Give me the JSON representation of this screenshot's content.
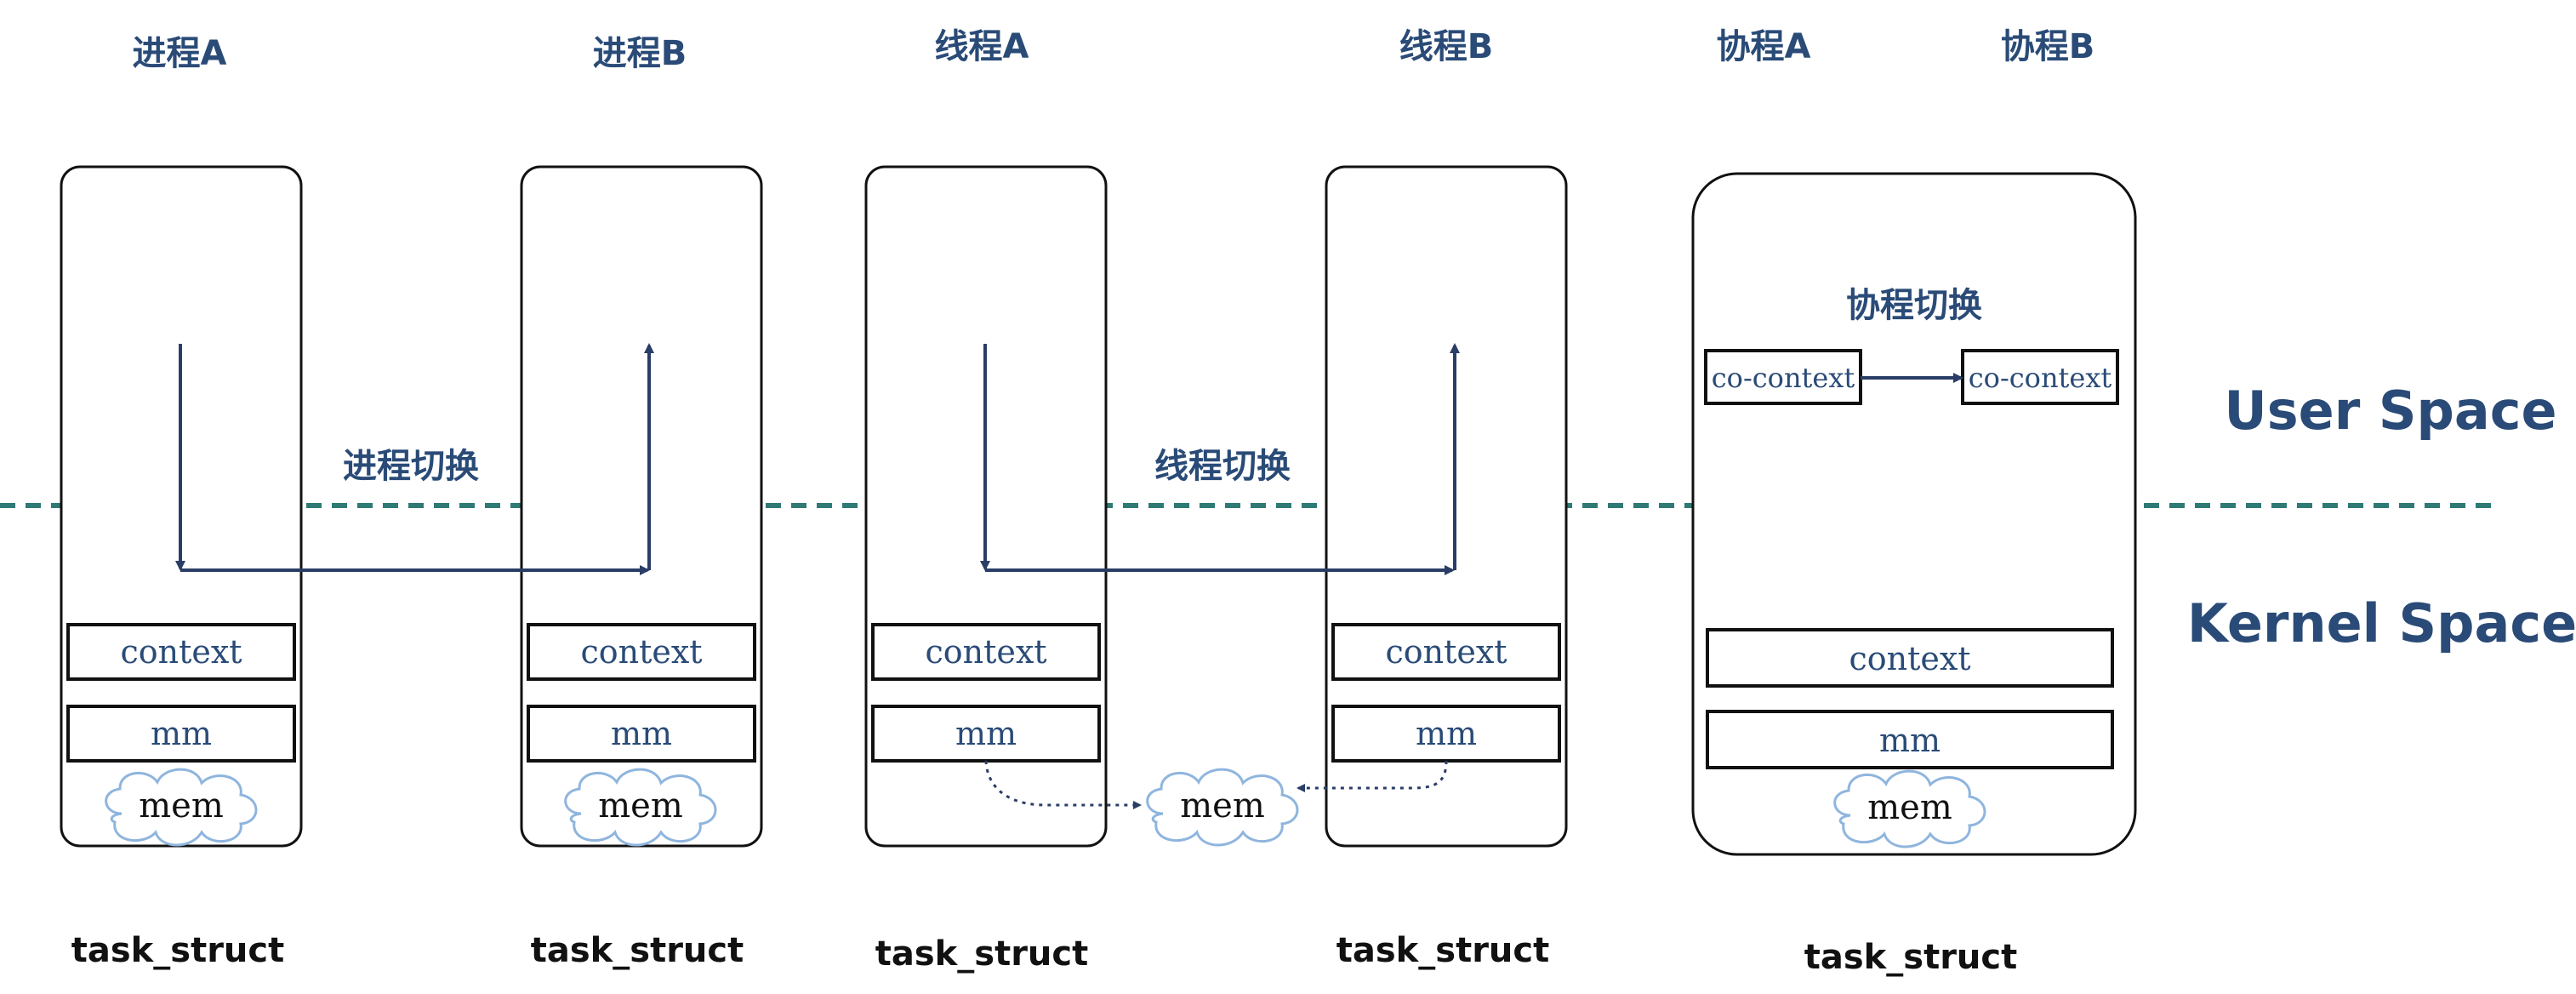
{
  "labels": {
    "process_a": "进程A",
    "process_b": "进程B",
    "thread_a": "线程A",
    "thread_b": "线程B",
    "coroutine_a": "协程A",
    "coroutine_b": "协程B",
    "process_switch": "进程切换",
    "thread_switch": "线程切换",
    "coroutine_switch": "协程切换",
    "user_space": "User Space",
    "kernel_space": "Kernel Space"
  },
  "fields": {
    "context": "context",
    "mm": "mm",
    "mem": "mem",
    "co_context": "co-context",
    "task_struct": "task_struct"
  },
  "colors": {
    "title": "#2a4b77",
    "divider": "#2f7a74",
    "flow": "#2a3d66",
    "cloud_outline": "#8fb5de"
  }
}
